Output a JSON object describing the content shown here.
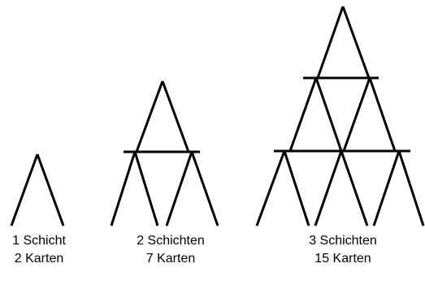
{
  "houses": [
    {
      "layers_label": "1 Schicht",
      "cards_label": "2 Karten"
    },
    {
      "layers_label": "2 Schichten",
      "cards_label": "7 Karten"
    },
    {
      "layers_label": "3 Schichten",
      "cards_label": "15 Karten"
    }
  ],
  "colors": {
    "line": "#000000",
    "background": "#ffffff"
  }
}
